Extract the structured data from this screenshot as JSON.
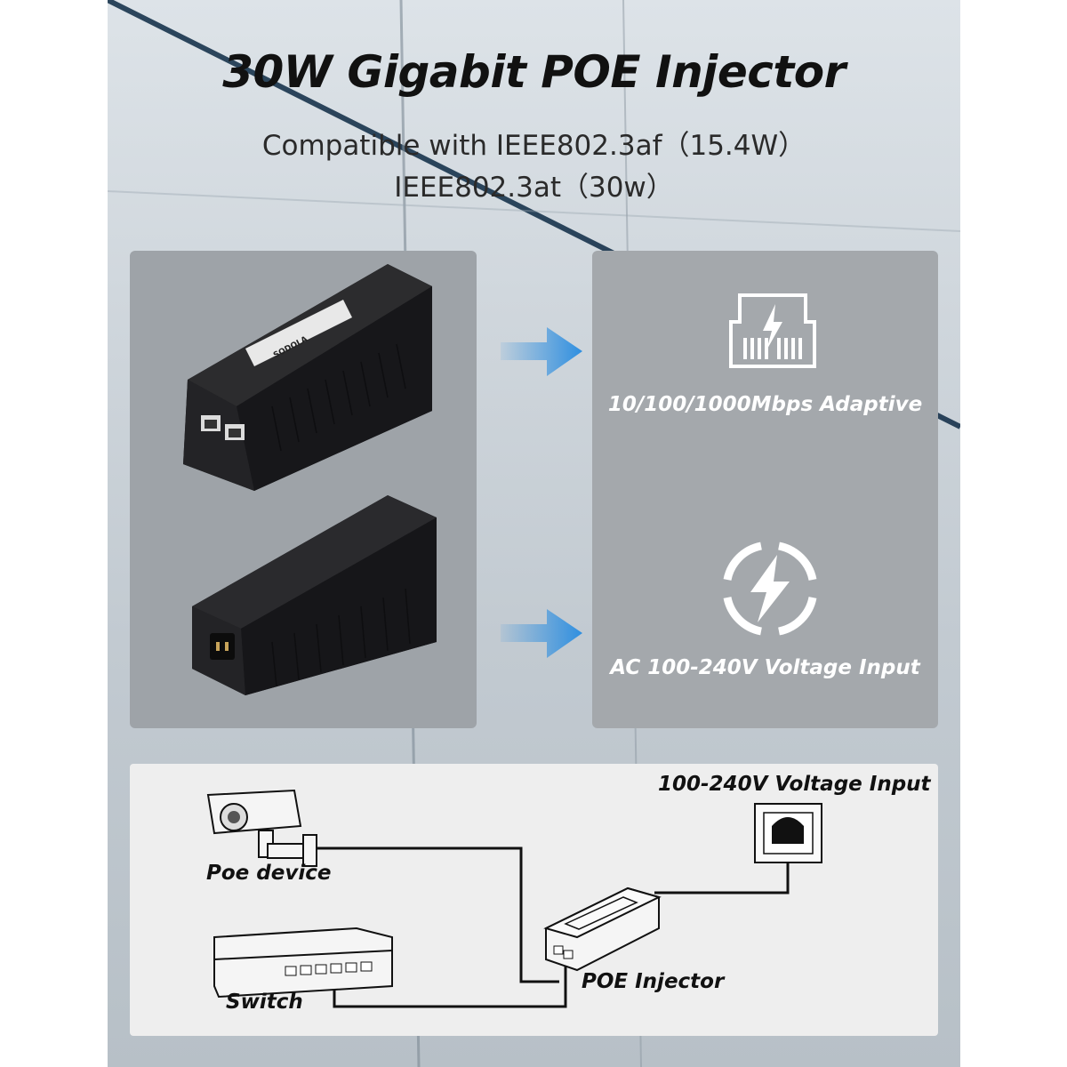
{
  "title": "30W Gigabit POE Injector",
  "subtitle_line1": "Compatible with IEEE802.3af（15.4W）",
  "subtitle_line2": "IEEE802.3at（30w）",
  "features": [
    {
      "icon": "rj45-port-bolt-icon",
      "label": "10/100/1000Mbps Adaptive"
    },
    {
      "icon": "circular-bolt-icon",
      "label": "AC 100-240V Voltage Input"
    }
  ],
  "product_label_brand": "SODOLA",
  "diagram": {
    "voltage_input": "100-240V Voltage Input",
    "poe_device": "Poe device",
    "switch": "Switch",
    "poe_injector": "POE Injector"
  },
  "colors": {
    "accent_arrow": "#2f8fe0",
    "panel": "#9ea3a8",
    "text_dark": "#111111"
  }
}
